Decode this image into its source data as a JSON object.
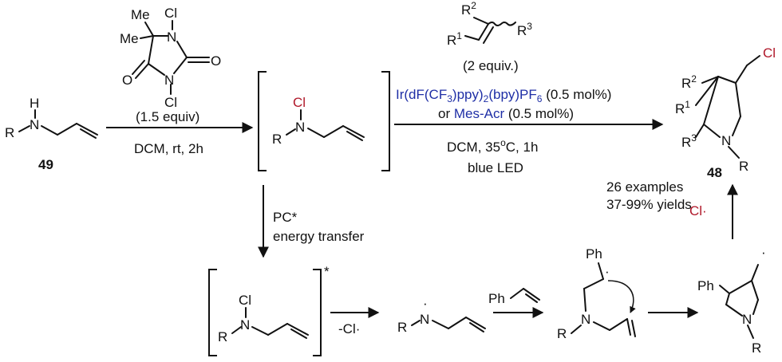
{
  "atoms": {
    "R": "R",
    "N": "N",
    "H": "H",
    "Cl": "Cl",
    "O": "O",
    "Me": "Me",
    "R1": "R",
    "R2": "R",
    "R3": "R",
    "Ph": "Ph",
    "sup1": "1",
    "sup2": "2",
    "sup3": "3",
    "radical": "·"
  },
  "compounds": {
    "start": "49",
    "product": "48"
  },
  "step1": {
    "reagent_equiv": "(1.5 equiv)",
    "conditions": "DCM, rt, 2h"
  },
  "step2": {
    "alkene_equiv": "(2 equiv.)",
    "catalyst_1": [
      "Ir(dF(CF",
      "3",
      ")ppy)",
      "2",
      "(bpy)PF",
      "6",
      " (0.5 mol%)"
    ],
    "catalyst_2_prefix": "or ",
    "catalyst_2_name": "Mes-Acr",
    "catalyst_2_suffix": " (0.5 mol%)",
    "conditions": [
      "DCM, 35",
      "o",
      "C, 1h"
    ],
    "light": "blue LED"
  },
  "product_info": {
    "examples": "26 examples",
    "yields": "37-99% yields"
  },
  "mechanism": {
    "pc_label": "PC*",
    "pc_desc": "energy transfer",
    "excited": "*",
    "cl_loss": "-Cl·",
    "cl_radical": "Cl·"
  },
  "colors": {
    "chlorine": "#b0182a",
    "catalyst": "#1f2fa6",
    "ink": "#111111"
  }
}
